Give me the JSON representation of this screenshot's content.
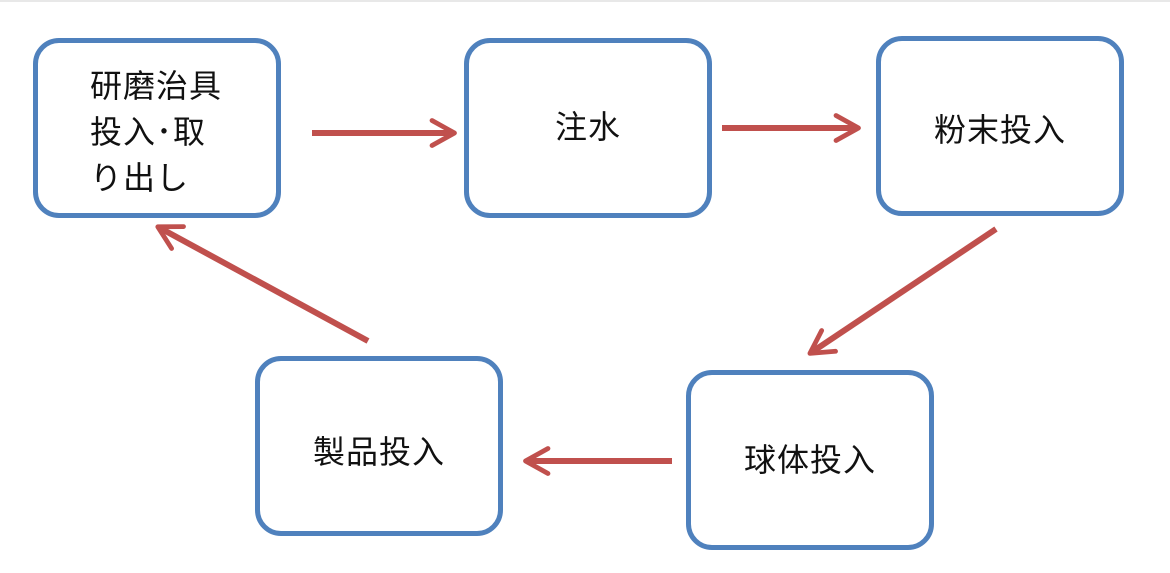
{
  "diagram": {
    "nodes": [
      {
        "id": "jig",
        "label": "研磨治具\n投入･取\nり出し"
      },
      {
        "id": "water",
        "label": "注水"
      },
      {
        "id": "powder",
        "label": "粉末投入"
      },
      {
        "id": "sphere",
        "label": "球体投入"
      },
      {
        "id": "product",
        "label": "製品投入"
      }
    ],
    "edges": [
      {
        "from": "jig",
        "to": "water"
      },
      {
        "from": "water",
        "to": "powder"
      },
      {
        "from": "powder",
        "to": "sphere"
      },
      {
        "from": "sphere",
        "to": "product"
      },
      {
        "from": "product",
        "to": "jig"
      }
    ],
    "colors": {
      "node_border": "#4f81bd",
      "arrow": "#c0504d"
    }
  }
}
